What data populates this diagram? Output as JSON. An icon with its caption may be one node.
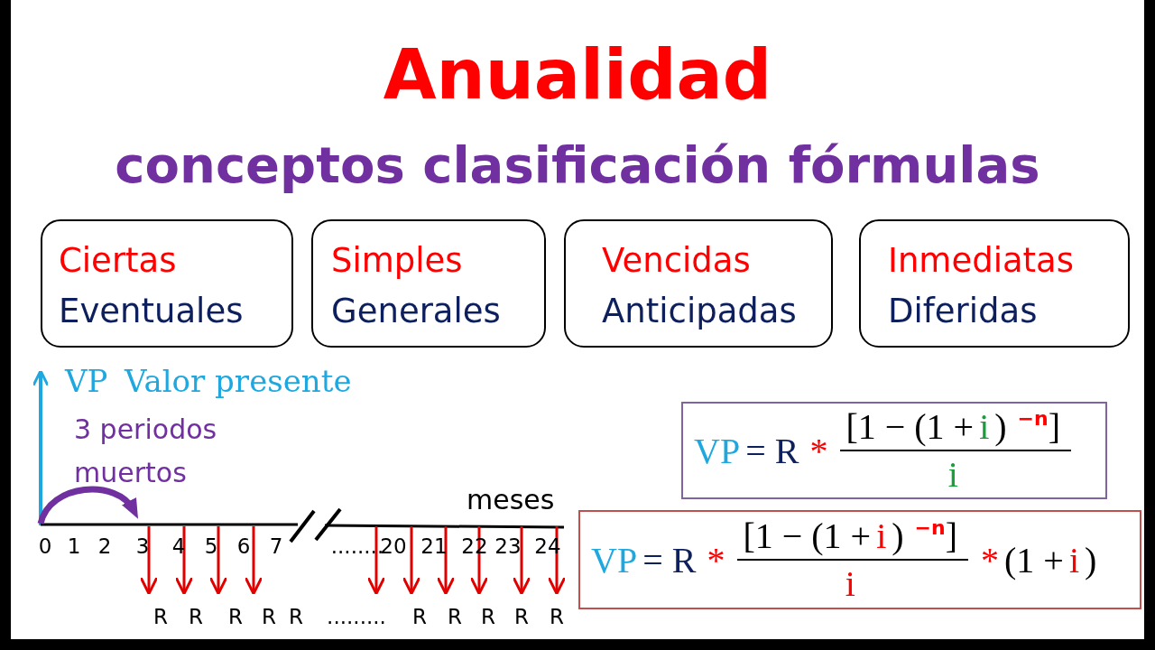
{
  "diagram": {
    "title": "Anualidad",
    "nodes": [
      {
        "text": [
          "Ciertas",
          "Eventuales"
        ]
      },
      {
        "text": [
          "Simples",
          "Generales"
        ]
      },
      {
        "text": [
          "Vencidas",
          "Anticipadas"
        ]
      },
      {
        "text": [
          "Inmediatas",
          "Diferidas"
        ]
      },
      {
        "text": [
          "VP",
          "= R",
          "*",
          "[1 − (1 +",
          "i",
          ")",
          "−n",
          "]",
          "i"
        ]
      },
      {
        "text": [
          "VP",
          "= R",
          "*",
          "[1 − (1 +",
          "i",
          ")",
          "−n",
          "]",
          "i",
          "*",
          "(1 +",
          "i",
          ")"
        ]
      }
    ],
    "edges": [],
    "labels": [
      "conceptos clasificación fórmulas",
      "VP",
      "Valor presente",
      "3 periodos muertos",
      "meses",
      "0",
      "1",
      "2",
      "3",
      "4",
      "5",
      "6",
      "7",
      "........",
      "20",
      "21",
      "22",
      "23",
      "24",
      "R",
      "R",
      "R",
      "R",
      "R",
      ".........",
      "R",
      "R",
      "R",
      "R",
      "R"
    ]
  }
}
